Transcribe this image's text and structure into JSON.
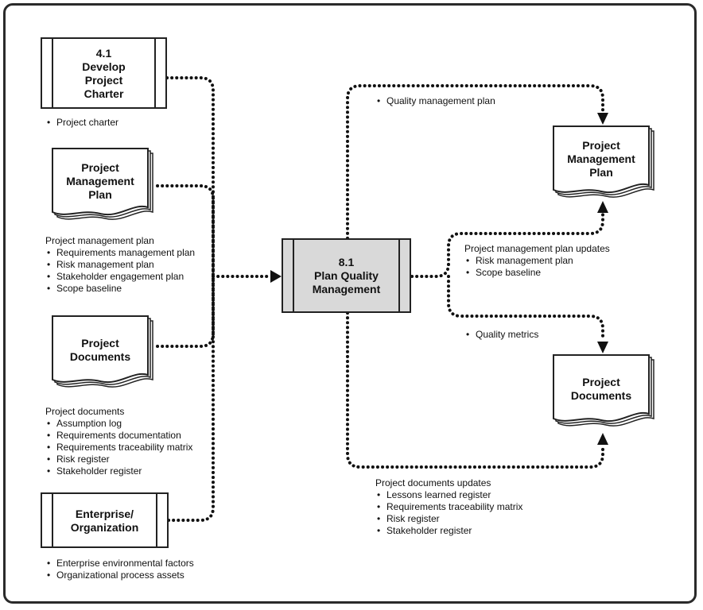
{
  "inputs": {
    "develop_project_charter": {
      "title": "4.1\nDevelop\nProject\nCharter",
      "items": [
        "Project charter"
      ]
    },
    "project_management_plan": {
      "title": "Project\nManagement\nPlan",
      "heading": "Project management plan",
      "items": [
        "Requirements management plan",
        "Risk management plan",
        "Stakeholder engagement plan",
        "Scope baseline"
      ]
    },
    "project_documents": {
      "title": "Project\nDocuments",
      "heading": "Project documents",
      "items": [
        "Assumption log",
        "Requirements documentation",
        "Requirements traceability matrix",
        "Risk register",
        "Stakeholder register"
      ]
    },
    "enterprise_organization": {
      "title": "Enterprise/\nOrganization",
      "items": [
        "Enterprise environmental factors",
        "Organizational process assets"
      ]
    }
  },
  "process": {
    "title": "8.1\nPlan Quality\nManagement"
  },
  "outputs": {
    "quality_management_plan_label": "Quality management plan",
    "project_management_plan": {
      "title": "Project\nManagement\nPlan"
    },
    "pmp_updates": {
      "heading": "Project management plan updates",
      "items": [
        "Risk management plan",
        "Scope baseline"
      ]
    },
    "quality_metrics_label": "Quality metrics",
    "project_documents": {
      "title": "Project\nDocuments"
    },
    "doc_updates": {
      "heading": "Project documents updates",
      "items": [
        "Lessons learned register",
        "Requirements traceability matrix",
        "Risk register",
        "Stakeholder register"
      ]
    }
  }
}
